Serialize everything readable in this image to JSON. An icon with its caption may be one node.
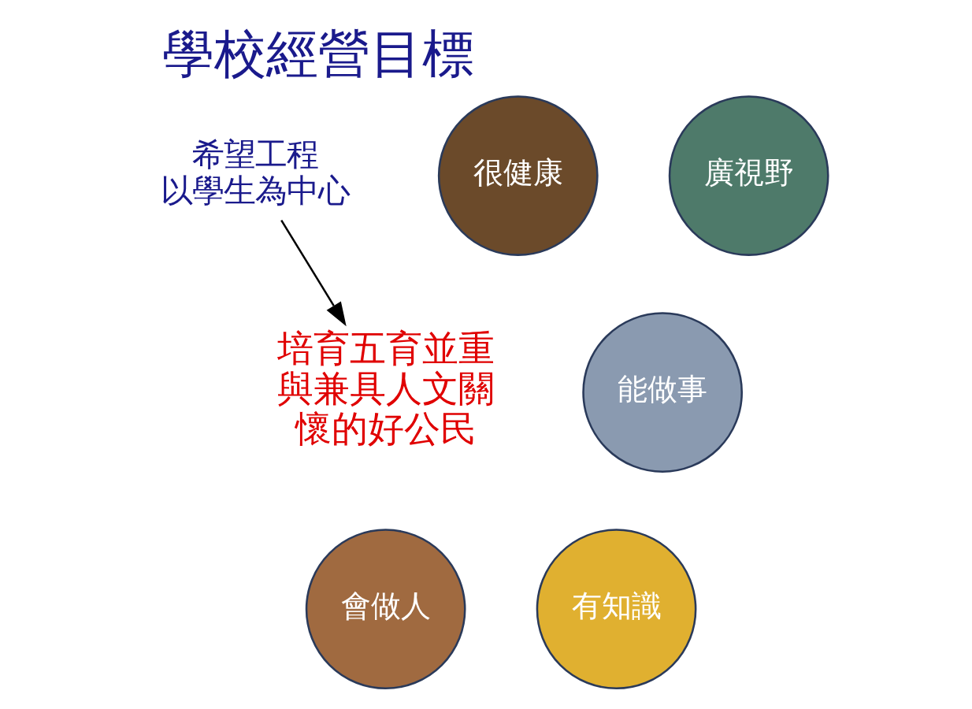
{
  "diagram": {
    "title": "學校經營目標",
    "nodes": [
      {
        "text": [
          "希望工程",
          "以學生為中心"
        ]
      },
      {
        "text": [
          "廣視野"
        ]
      },
      {
        "text": [
          "很健康"
        ]
      },
      {
        "text": [
          "能做事"
        ]
      },
      {
        "text": [
          "培育五育並重與兼具人文關懷的好公民"
        ]
      },
      {
        "text": [
          "有知識"
        ]
      },
      {
        "text": [
          "會做人"
        ]
      }
    ],
    "edges": [
      {
        "from": 0,
        "to": 4,
        "arrow": "to"
      }
    ]
  }
}
